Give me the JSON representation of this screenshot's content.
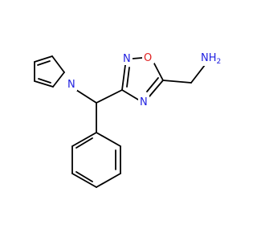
{
  "molecule": {
    "atoms": [
      {
        "id": "N_pyrrole",
        "symbol": "N",
        "color": "#1f1fe0"
      },
      {
        "id": "N_oxadiazole_top",
        "symbol": "N",
        "color": "#1f1fe0"
      },
      {
        "id": "O_oxadiazole",
        "symbol": "O",
        "color": "#e01f1f"
      },
      {
        "id": "N_oxadiazole_bottom",
        "symbol": "N",
        "color": "#1f1fe0"
      },
      {
        "id": "N_amine",
        "symbol": "NH",
        "subscript": "2",
        "color": "#1f1fe0"
      }
    ]
  }
}
